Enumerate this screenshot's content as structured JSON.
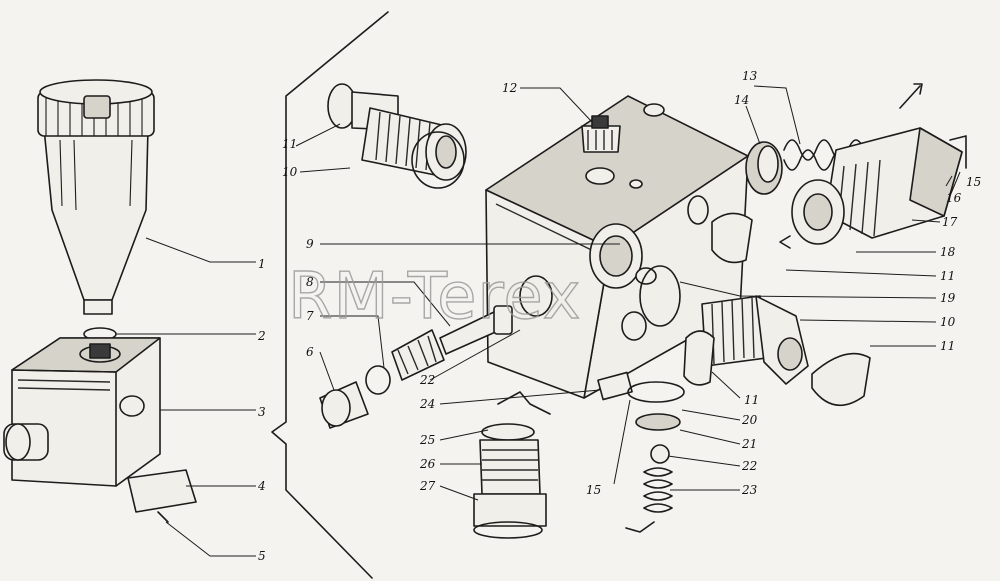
{
  "watermark": "RM-Terex",
  "callouts": [
    {
      "id": "c1",
      "text": "1"
    },
    {
      "id": "c2",
      "text": "2"
    },
    {
      "id": "c3",
      "text": "3"
    },
    {
      "id": "c4",
      "text": "4"
    },
    {
      "id": "c5",
      "text": "5"
    },
    {
      "id": "c6",
      "text": "6"
    },
    {
      "id": "c7",
      "text": "7"
    },
    {
      "id": "c8",
      "text": "8"
    },
    {
      "id": "c9",
      "text": "9"
    },
    {
      "id": "c10a",
      "text": "10"
    },
    {
      "id": "c10b",
      "text": "10"
    },
    {
      "id": "c11a",
      "text": "11"
    },
    {
      "id": "c11b",
      "text": "11"
    },
    {
      "id": "c11c",
      "text": "11"
    },
    {
      "id": "c11d",
      "text": "11"
    },
    {
      "id": "c12",
      "text": "12"
    },
    {
      "id": "c13",
      "text": "13"
    },
    {
      "id": "c14",
      "text": "14"
    },
    {
      "id": "c15a",
      "text": "15"
    },
    {
      "id": "c15b",
      "text": "15"
    },
    {
      "id": "c16",
      "text": "16"
    },
    {
      "id": "c17",
      "text": "17"
    },
    {
      "id": "c18",
      "text": "18"
    },
    {
      "id": "c19",
      "text": "19"
    },
    {
      "id": "c20",
      "text": "20"
    },
    {
      "id": "c21",
      "text": "21"
    },
    {
      "id": "c22a",
      "text": "22"
    },
    {
      "id": "c22b",
      "text": "22"
    },
    {
      "id": "c23",
      "text": "23"
    },
    {
      "id": "c24",
      "text": "24"
    },
    {
      "id": "c25",
      "text": "25"
    },
    {
      "id": "c26",
      "text": "26"
    },
    {
      "id": "c27",
      "text": "27"
    }
  ]
}
